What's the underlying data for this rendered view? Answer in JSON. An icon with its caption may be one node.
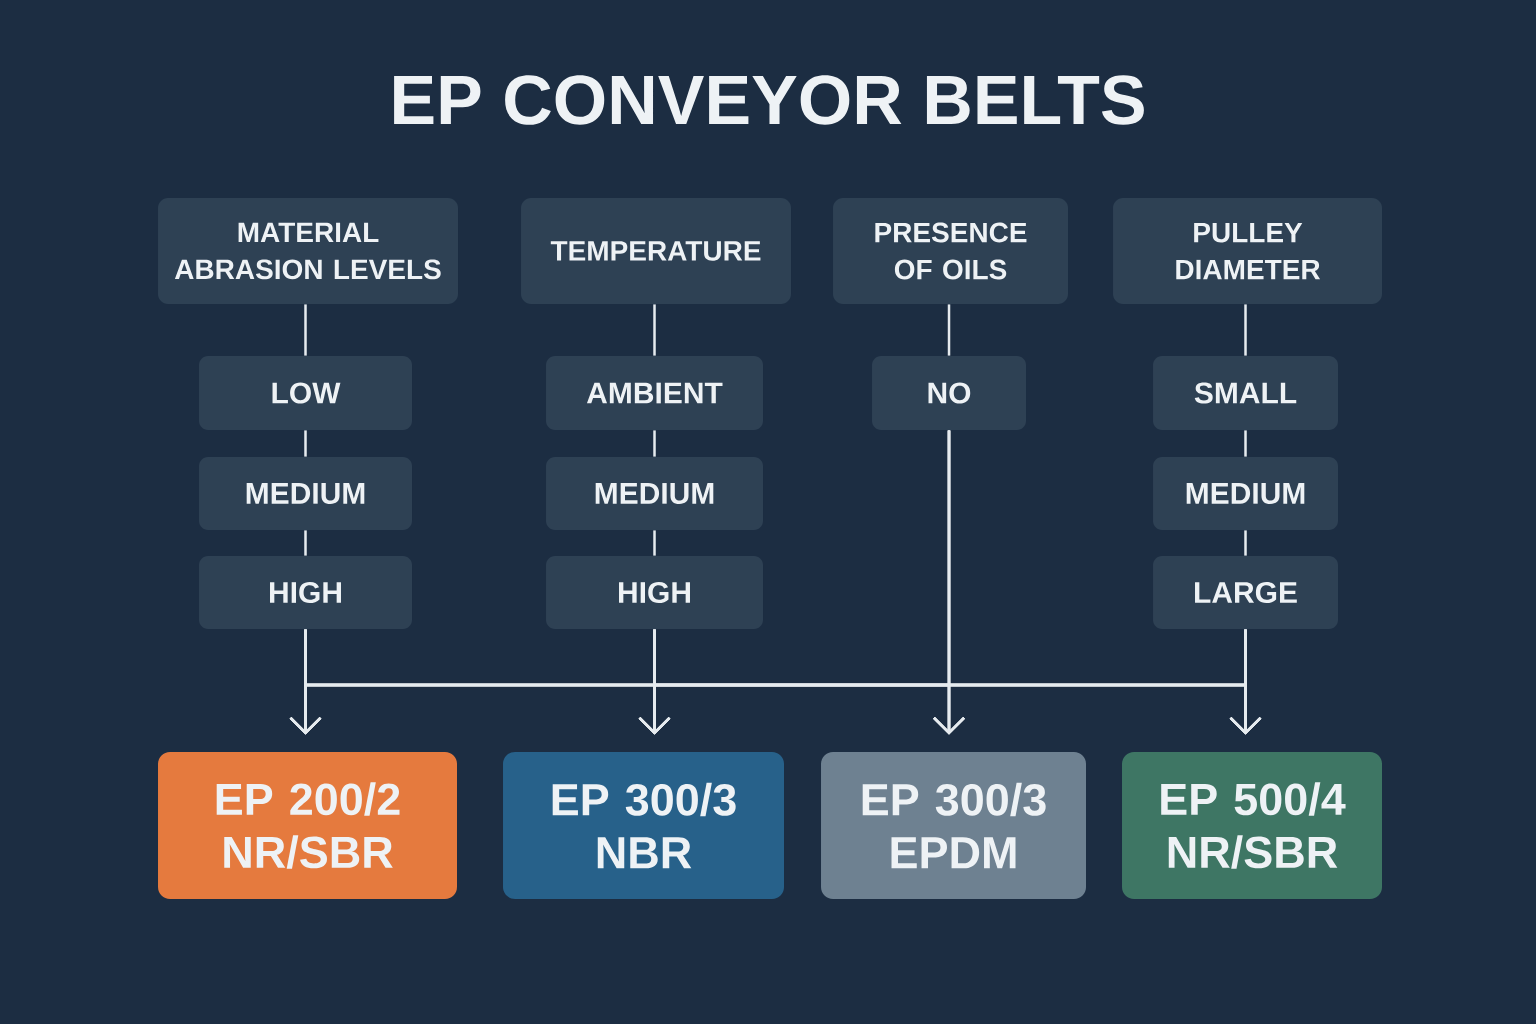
{
  "diagram": {
    "title": "EP CONVEYOR BELTS",
    "nodes": [
      {
        "text": [
          "MATERIAL ABRASION LEVELS"
        ]
      },
      {
        "text": [
          "LOW"
        ]
      },
      {
        "text": [
          "MEDIUM"
        ]
      },
      {
        "text": [
          "HIGH"
        ]
      },
      {
        "text": [
          "TEMPERATURE"
        ]
      },
      {
        "text": [
          "AMBIENT"
        ]
      },
      {
        "text": [
          "MEDIUM"
        ]
      },
      {
        "text": [
          "HIGH"
        ]
      },
      {
        "text": [
          "PRESENCE OF OILS"
        ]
      },
      {
        "text": [
          "NO"
        ]
      },
      {
        "text": [
          "PULLEY DIAMETER"
        ]
      },
      {
        "text": [
          "SMALL"
        ]
      },
      {
        "text": [
          "MEDIUM"
        ]
      },
      {
        "text": [
          "LARGE"
        ]
      },
      {
        "text": [
          "EP 200/2 NR/SBR"
        ]
      },
      {
        "text": [
          "EP 300/3 NBR"
        ]
      },
      {
        "text": [
          "EP 300/3 EPDM"
        ]
      },
      {
        "text": [
          "EP 500/4 NR/SBR"
        ]
      }
    ],
    "edges": [
      {
        "from": 0,
        "to": 1,
        "arrow": "none"
      },
      {
        "from": 1,
        "to": 2,
        "arrow": "none"
      },
      {
        "from": 2,
        "to": 3,
        "arrow": "none"
      },
      {
        "from": 4,
        "to": 5,
        "arrow": "none"
      },
      {
        "from": 5,
        "to": 6,
        "arrow": "none"
      },
      {
        "from": 6,
        "to": 7,
        "arrow": "none"
      },
      {
        "from": 8,
        "to": 9,
        "arrow": "none"
      },
      {
        "from": 10,
        "to": 11,
        "arrow": "none"
      },
      {
        "from": 11,
        "to": 12,
        "arrow": "none"
      },
      {
        "from": 12,
        "to": 13,
        "arrow": "none"
      },
      {
        "from": 3,
        "to": 14,
        "arrow": "to"
      },
      {
        "from": 3,
        "to": 15,
        "arrow": "to"
      },
      {
        "from": 3,
        "to": 16,
        "arrow": "to"
      },
      {
        "from": 3,
        "to": 17,
        "arrow": "to"
      },
      {
        "from": 7,
        "to": 14,
        "arrow": "to"
      },
      {
        "from": 7,
        "to": 15,
        "arrow": "to"
      },
      {
        "from": 7,
        "to": 16,
        "arrow": "to"
      },
      {
        "from": 7,
        "to": 17,
        "arrow": "to"
      },
      {
        "from": 9,
        "to": 14,
        "arrow": "to"
      },
      {
        "from": 9,
        "to": 15,
        "arrow": "to"
      },
      {
        "from": 9,
        "to": 16,
        "arrow": "to"
      },
      {
        "from": 9,
        "to": 17,
        "arrow": "to"
      },
      {
        "from": 13,
        "to": 14,
        "arrow": "to"
      },
      {
        "from": 13,
        "to": 15,
        "arrow": "to"
      },
      {
        "from": 13,
        "to": 16,
        "arrow": "to"
      },
      {
        "from": 13,
        "to": 17,
        "arrow": "to"
      }
    ]
  }
}
